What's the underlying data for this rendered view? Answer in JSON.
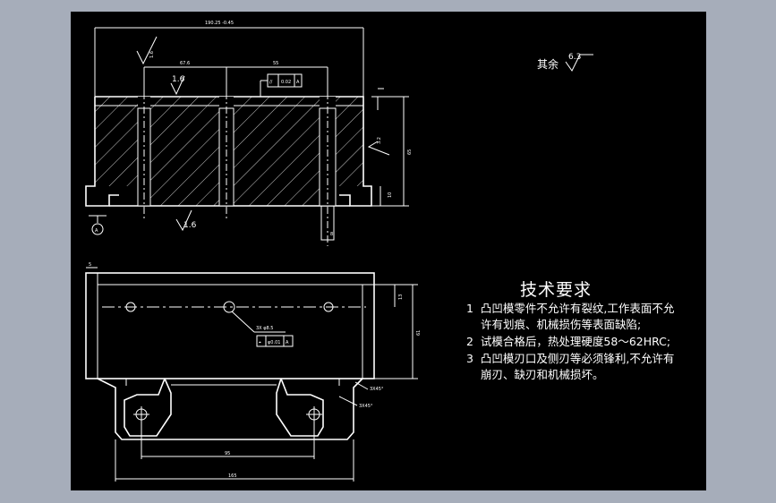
{
  "drawing": {
    "other_roughness": {
      "label": "其余",
      "value": "6.3"
    },
    "notes": {
      "title": "技术要求",
      "items": [
        {
          "num": "1",
          "line1": "凸凹模零件不允许有裂纹,工作表面不允",
          "line2": "许有划痕、机械损伤等表面缺陷;"
        },
        {
          "num": "2",
          "line1": "试模合格后，热处理硬度58～62HRC;"
        },
        {
          "num": "3",
          "line1": "凸凹模刃口及侧刃等必须锋利,不允许有",
          "line2": "崩刃、缺刃和机械损坏。"
        }
      ]
    },
    "annotations": {
      "top_width_dim": "190.25 -0.45",
      "dim_67": "67.6",
      "dim_55": "55",
      "tolerance_frame": [
        "//",
        "0.02",
        "A"
      ],
      "roughness_16_top": "1.6",
      "roughness_16_bottom": "1.6",
      "roughness_32": "3.2",
      "roughness_top_left": "1.6",
      "height_dim": "65",
      "step_dim": "10",
      "pin_dim": "8",
      "datum": "A",
      "hole_callout": "3X φ8.5",
      "position_frame": [
        "⌖",
        "φ0.01",
        "A"
      ],
      "dim_bottom_95": "95",
      "dim_bottom_165": "165",
      "chamfer_1": "3X45°",
      "chamfer_2": "3X45°",
      "dim_right_13": "13",
      "dim_right_61": "61",
      "dim_left_5": "5"
    }
  }
}
